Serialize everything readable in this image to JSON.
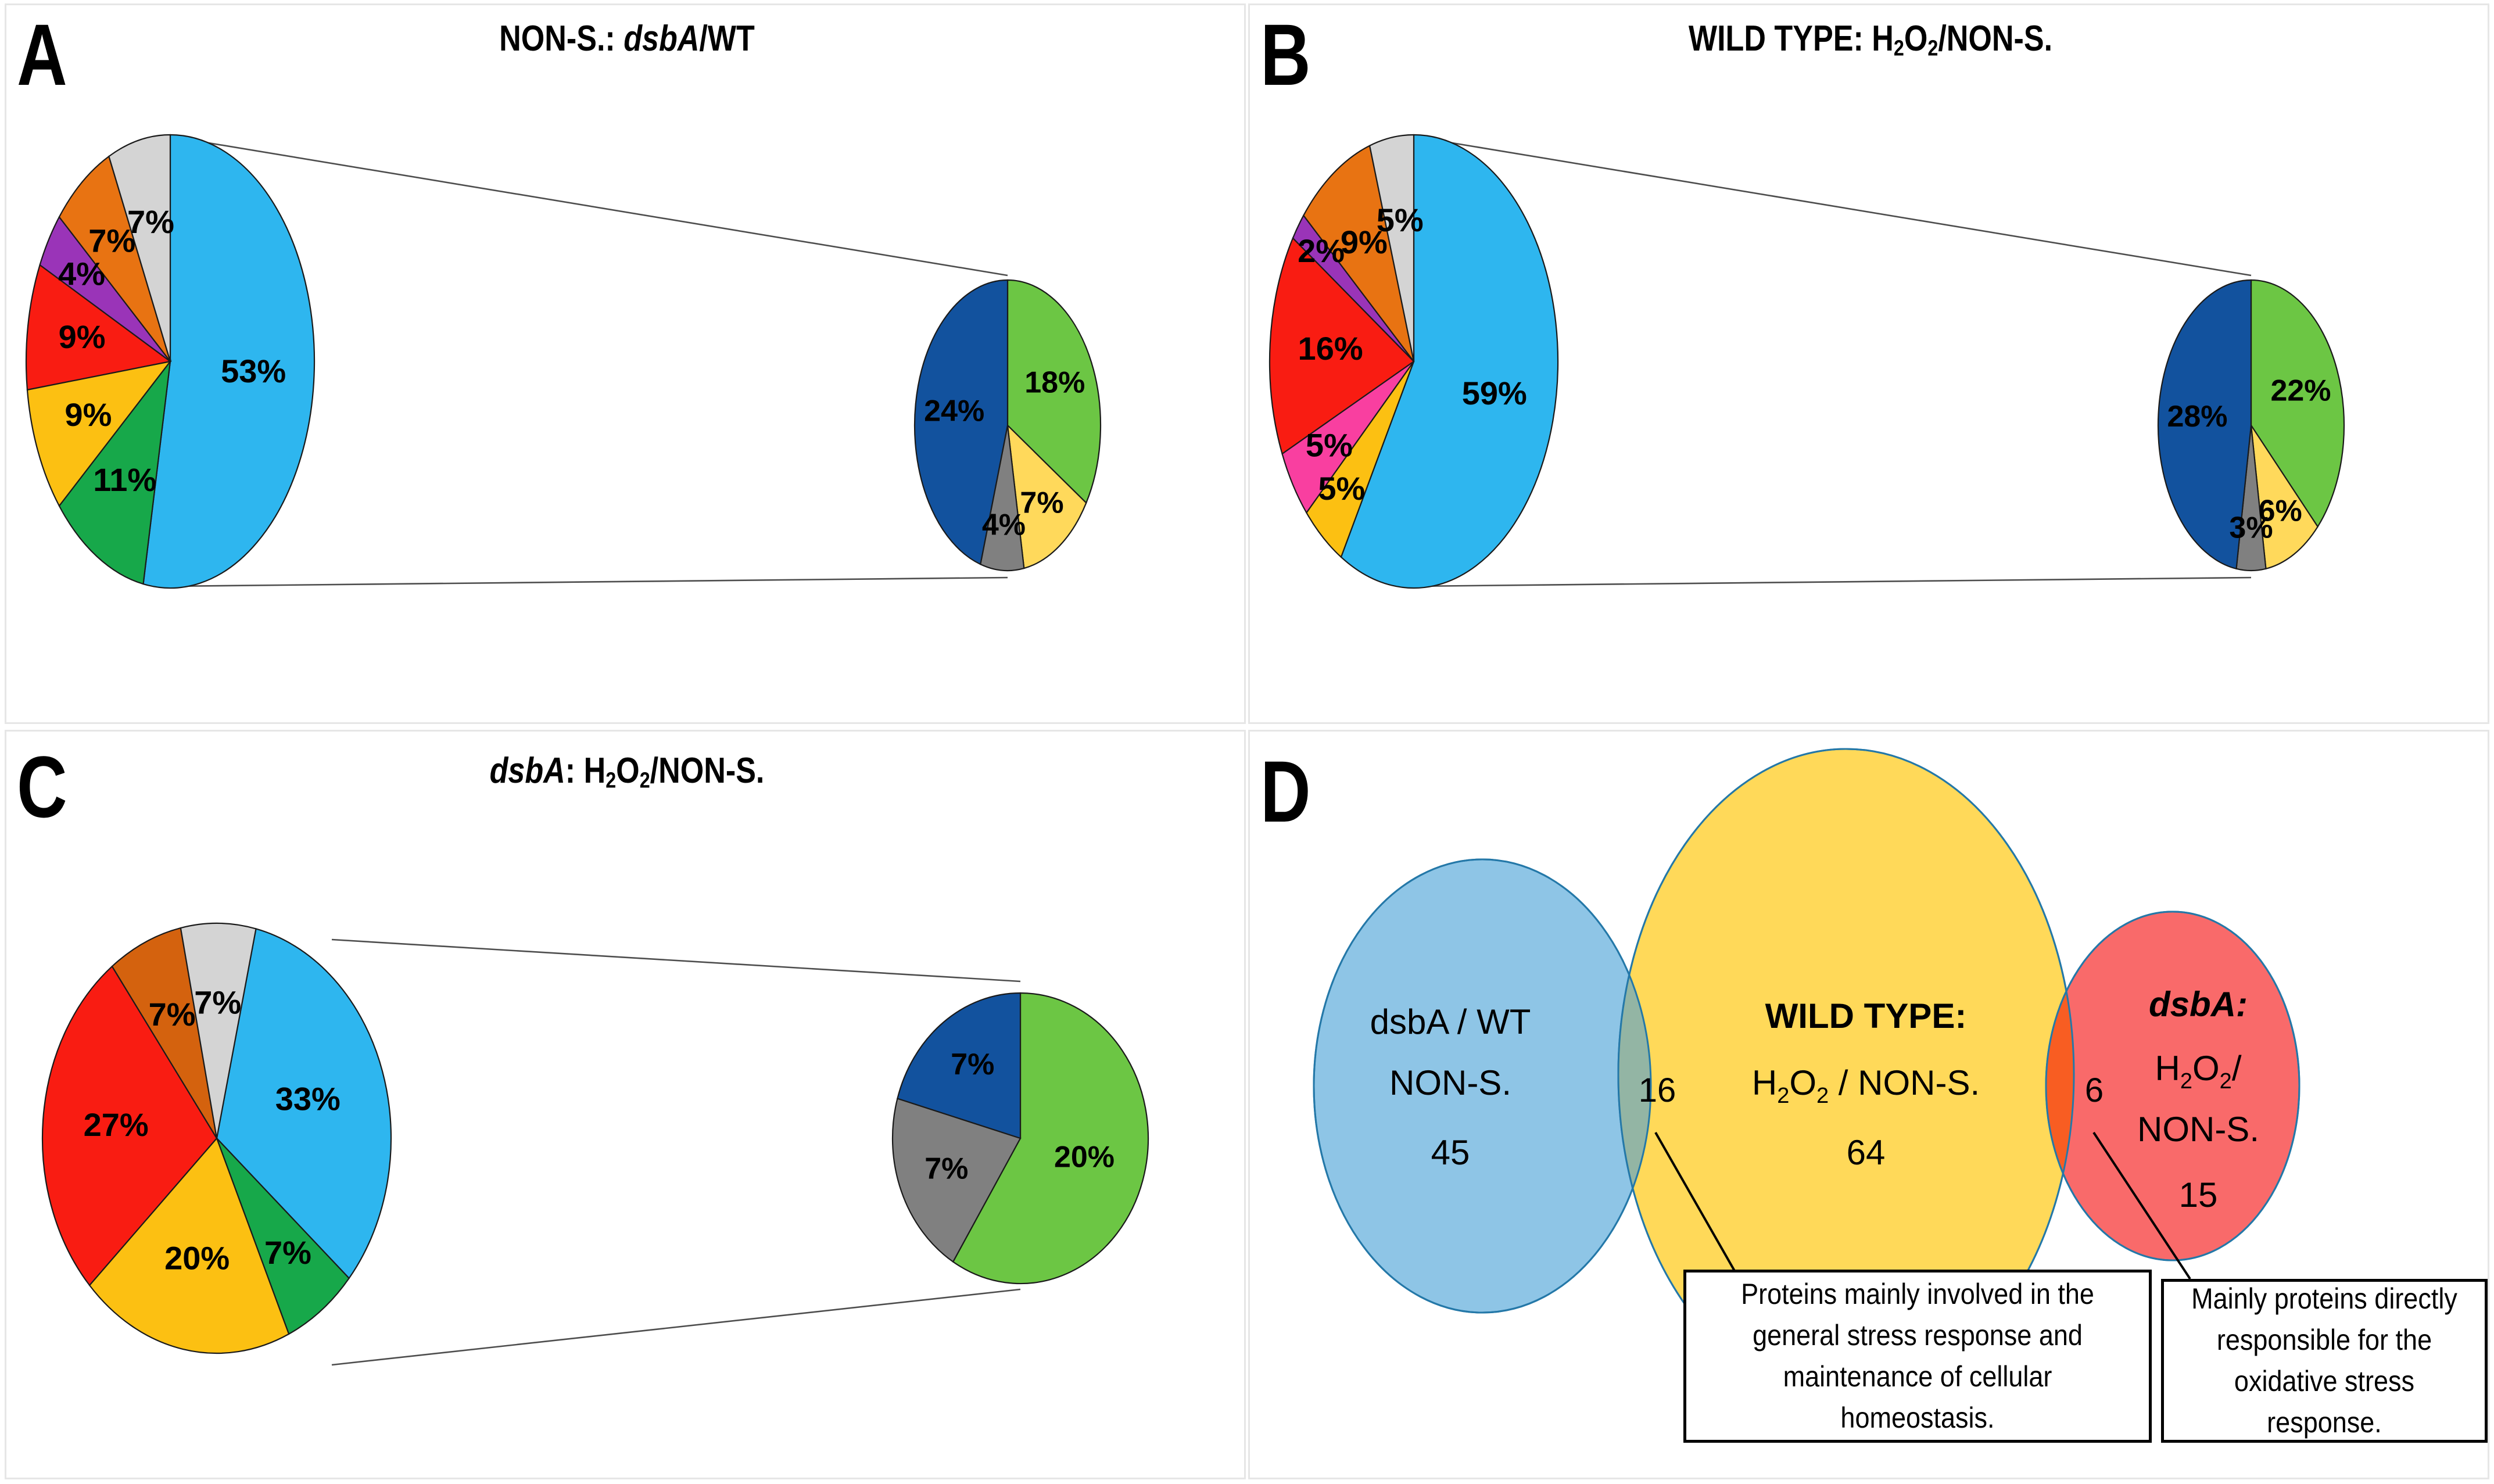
{
  "figure": {
    "panels": [
      "A",
      "B",
      "C",
      "D"
    ]
  },
  "panelA": {
    "letter": "A",
    "title_prefix": "NON-S.: ",
    "title_italic": "dsbA",
    "title_suffix": "/WT"
  },
  "panelB": {
    "letter": "B",
    "title_prefix": "WILD TYPE: H",
    "title_sub1": "2",
    "title_mid": "O",
    "title_sub2": "2",
    "title_suffix": "/NON-S."
  },
  "panelC": {
    "letter": "C",
    "title_italic": "dsbA",
    "title_prefix": ": H",
    "title_sub1": "2",
    "title_mid": "O",
    "title_sub2": "2",
    "title_suffix": "/NON-S."
  },
  "panelD": {
    "letter": "D",
    "venn": {
      "left": {
        "name_italic": "dsbA",
        "name_rest": " / WT",
        "line2": "NON-S.",
        "count": "45",
        "color": "#8ec5e6"
      },
      "middle": {
        "line1": "WILD TYPE:",
        "line2_prefix": "H",
        "line2_sub1": "2",
        "line2_mid": "O",
        "line2_sub2": "2",
        "line2_suffix": " / NON-S.",
        "count": "64",
        "color": "#ffd959"
      },
      "right": {
        "name_italic": "dsbA:",
        "line2_prefix": "H",
        "line2_sub1": "2",
        "line2_mid": "O",
        "line2_sub2": "2",
        "line2_suffix": "/",
        "line3": "NON-S.",
        "count": "15",
        "color": "#f96a6a"
      },
      "overlap_left_count": "16",
      "overlap_right_count": "6",
      "overlap_left_color": "#93b5a4",
      "overlap_right_color": "#f85d22"
    },
    "callout_left": "Proteins mainly involved in the general stress response and maintenance of cellular homeostasis.",
    "callout_right": "Mainly proteins directly responsible for the oxidative stress response."
  },
  "chart_data": [
    {
      "id": "A-main",
      "type": "pie",
      "title": "NON-S.: dsbA/WT",
      "panel": "A",
      "role": "main",
      "start_angle_deg": 0,
      "categories": [
        "slice-1",
        "slice-2",
        "slice-3",
        "slice-4",
        "slice-5",
        "slice-6",
        "slice-7"
      ],
      "values": [
        53,
        11,
        9,
        9,
        4,
        7,
        7
      ],
      "labels": [
        "53%",
        "11%",
        "9%",
        "9%",
        "4%",
        "7%",
        "7%"
      ],
      "colors": [
        "#2eb6ef",
        "#17a84a",
        "#fcc012",
        "#f91c12",
        "#9a34b8",
        "#e87312",
        "#d4d4d4"
      ]
    },
    {
      "id": "A-sub",
      "type": "pie",
      "title": "NON-S.: dsbA/WT (expanded segment)",
      "panel": "A",
      "role": "sub",
      "start_angle_deg": 0,
      "categories": [
        "slice-1",
        "slice-2",
        "slice-3",
        "slice-4"
      ],
      "values": [
        18,
        7,
        4,
        24
      ],
      "labels": [
        "18%",
        "7%",
        "4%",
        "24%"
      ],
      "colors": [
        "#6cc644",
        "#ffd95b",
        "#808080",
        "#12529e"
      ]
    },
    {
      "id": "B-main",
      "type": "pie",
      "title": "WILD TYPE: H2O2/NON-S.",
      "panel": "B",
      "role": "main",
      "start_angle_deg": 0,
      "categories": [
        "slice-1",
        "slice-2",
        "slice-3",
        "slice-4",
        "slice-5",
        "slice-6",
        "slice-7"
      ],
      "values": [
        59,
        5,
        5,
        16,
        2,
        9,
        5
      ],
      "labels": [
        "59%",
        "5%",
        "5%",
        "16%",
        "2%",
        "9%",
        "5%"
      ],
      "colors": [
        "#2eb6ef",
        "#fcc012",
        "#f93fa0",
        "#f91c12",
        "#9a34b8",
        "#e87312",
        "#d4d4d4"
      ]
    },
    {
      "id": "B-sub",
      "type": "pie",
      "title": "WILD TYPE: H2O2/NON-S. (expanded segment)",
      "panel": "B",
      "role": "sub",
      "start_angle_deg": 0,
      "categories": [
        "slice-1",
        "slice-2",
        "slice-3",
        "slice-4"
      ],
      "values": [
        22,
        6,
        3,
        28
      ],
      "labels": [
        "22%",
        "6%",
        "3%",
        "28%"
      ],
      "colors": [
        "#6cc644",
        "#ffd95b",
        "#808080",
        "#12529e"
      ]
    },
    {
      "id": "C-main",
      "type": "pie",
      "title": "dsbA: H2O2/NON-S.",
      "panel": "C",
      "role": "main",
      "start_angle_deg": 13,
      "categories": [
        "slice-1",
        "slice-2",
        "slice-3",
        "slice-4",
        "slice-5",
        "slice-6"
      ],
      "values": [
        33,
        7,
        20,
        27,
        7,
        7
      ],
      "labels": [
        "33%",
        "7%",
        "20%",
        "27%",
        "7%",
        "7%"
      ],
      "colors": [
        "#2eb6ef",
        "#17a84a",
        "#fcc012",
        "#f91c12",
        "#d4620e",
        "#d4d4d4"
      ]
    },
    {
      "id": "C-sub",
      "type": "pie",
      "title": "dsbA: H2O2/NON-S. (expanded segment)",
      "panel": "C",
      "role": "sub",
      "start_angle_deg": 0,
      "categories": [
        "slice-1",
        "slice-2",
        "slice-3"
      ],
      "values": [
        20,
        7,
        7
      ],
      "labels": [
        "20%",
        "7%",
        "7%"
      ],
      "colors": [
        "#6cc644",
        "#808080",
        "#12529e"
      ]
    },
    {
      "id": "D-venn",
      "type": "venn",
      "title": "Protein set overlaps",
      "panel": "D",
      "sets": [
        {
          "name": "dsbA / WT NON-S.",
          "count": 45,
          "color": "#8ec5e6"
        },
        {
          "name": "WILD TYPE: H2O2 / NON-S.",
          "count": 64,
          "color": "#ffd959"
        },
        {
          "name": "dsbA: H2O2/NON-S.",
          "count": 15,
          "color": "#f96a6a"
        }
      ],
      "intersections": [
        {
          "between": [
            "dsbA / WT NON-S.",
            "WILD TYPE: H2O2 / NON-S."
          ],
          "count": 16
        },
        {
          "between": [
            "WILD TYPE: H2O2 / NON-S.",
            "dsbA: H2O2/NON-S."
          ],
          "count": 6
        }
      ]
    }
  ]
}
